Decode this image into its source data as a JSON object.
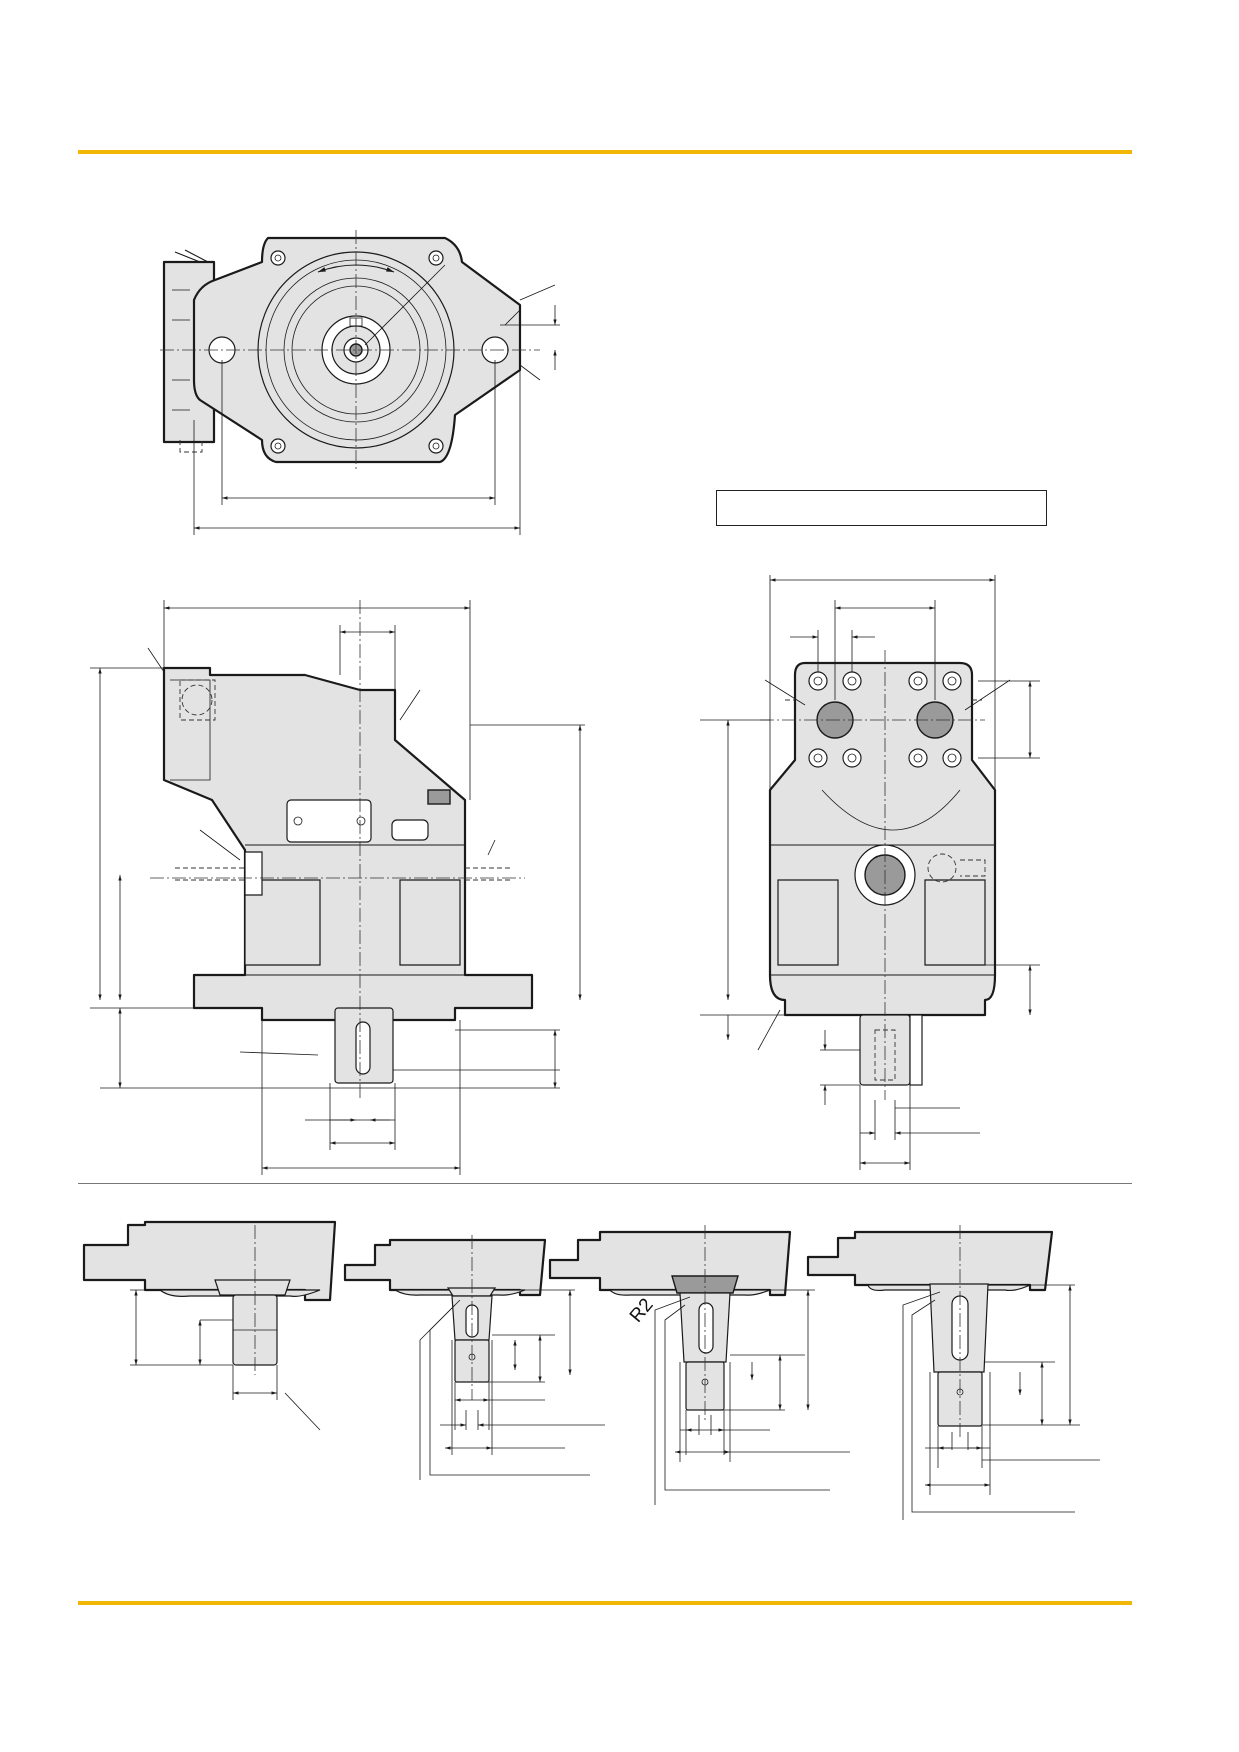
{
  "accent_color": "#f2b705",
  "body_fill_color": "#e3e3e3",
  "line_color": "#1a1a1a",
  "labels": {
    "radius_note": "R2"
  },
  "views": [
    "front-view",
    "side-view",
    "port-view",
    "shaft-variant-1",
    "shaft-variant-2",
    "shaft-variant-3",
    "shaft-variant-4"
  ]
}
